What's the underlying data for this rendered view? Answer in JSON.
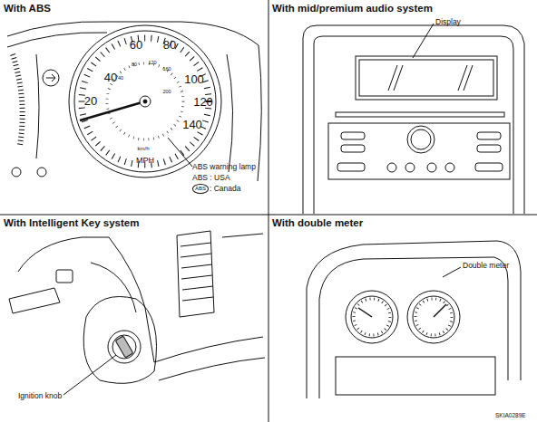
{
  "diagram": {
    "nodes": [
      {
        "text": [
          "With ABS"
        ]
      },
      {
        "text": [
          "With mid/premium audio system"
        ]
      },
      {
        "text": [
          "With Intelligent Key system"
        ]
      },
      {
        "text": [
          "With double meter"
        ]
      }
    ],
    "labels": [
      "20",
      "40",
      "60",
      "80",
      "100",
      "120",
      "140",
      "40",
      "80",
      "120",
      "160",
      "200",
      "km/h",
      "MPH",
      "ABS warning lamp",
      "ABS : USA",
      "ABS",
      ": Canada",
      "Display",
      "Ignition knob",
      "Double meter",
      "SKIA0289E"
    ]
  }
}
